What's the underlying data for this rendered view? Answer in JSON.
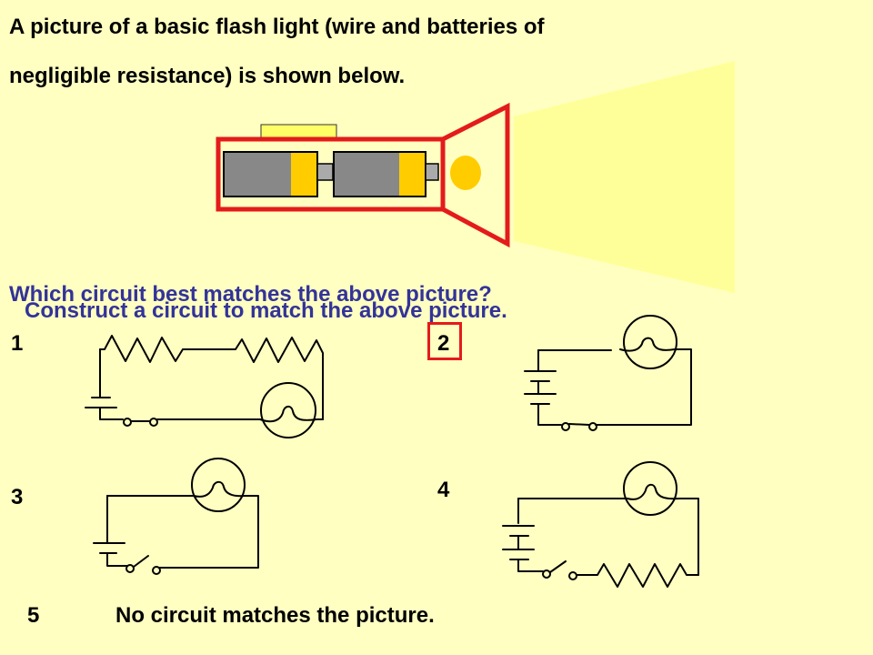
{
  "intro": {
    "line1": "A picture of a basic flash light (wire and batteries of",
    "line2": "negligible resistance) is shown below."
  },
  "questions": {
    "which": "Which circuit best matches the above picture?",
    "construct": "Construct a circuit to match the above picture."
  },
  "options": {
    "o1": "1",
    "o2": "2",
    "o3": "3",
    "o4": "4",
    "o5": "5",
    "o5_text": "No circuit matches the picture."
  },
  "colors": {
    "background": "#ffffc2",
    "flashlight_frame": "#e41b1b",
    "battery_body": "#888888",
    "battery_terminal": "#ffcc00",
    "bulb": "#ffcc00",
    "light_beam": "#ffff99",
    "switch_bar": "#ffff66",
    "question_text": "#333399"
  }
}
